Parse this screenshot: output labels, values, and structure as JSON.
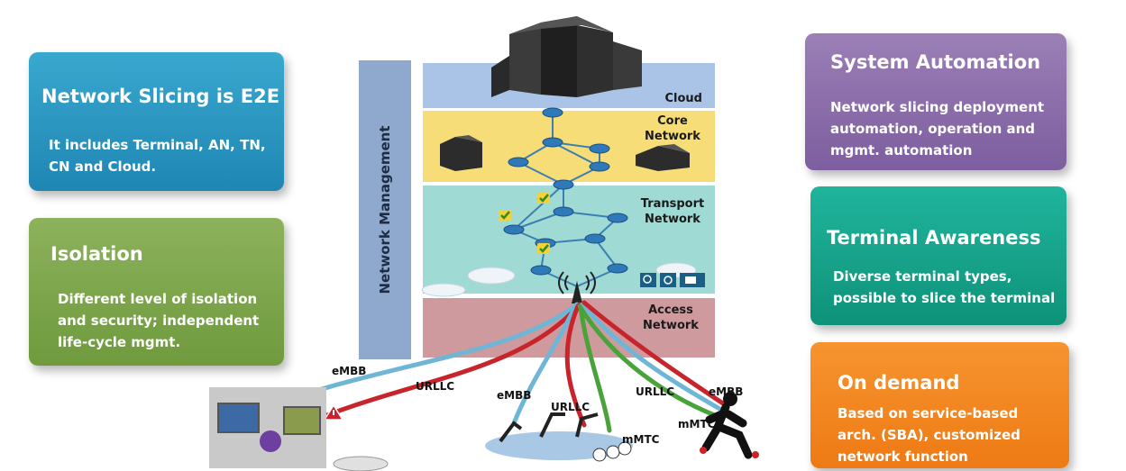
{
  "cards": {
    "e2e": {
      "title": "Network Slicing is E2E",
      "line1": "It includes Terminal, AN, TN,",
      "line2": "CN and Cloud."
    },
    "isolation": {
      "title": "Isolation",
      "line1": "Different level of isolation",
      "line2": "and security; independent",
      "line3": "life-cycle mgmt."
    },
    "automation": {
      "title": "System Automation",
      "line1": "Network slicing deployment",
      "line2": "automation, operation and",
      "line3": "mgmt. automation"
    },
    "terminal": {
      "title": "Terminal Awareness",
      "line1": "Diverse terminal types,",
      "line2": "possible to slice the terminal"
    },
    "demand": {
      "title": "On demand",
      "line1": "Based on service-based",
      "line2": "arch. (SBA), customized",
      "line3": "network function"
    }
  },
  "diagram": {
    "management": "Network Management",
    "layers": {
      "cloud": "Cloud",
      "core_1": "Core",
      "core_2": "Network",
      "transport_1": "Transport",
      "transport_2": "Network",
      "access_1": "Access",
      "access_2": "Network"
    },
    "links": {
      "car_embb": "eMBB",
      "car_urllc": "URLLC",
      "robot_embb": "eMBB",
      "robot_urllc": "URLLC",
      "robot_mmtc": "mMTC",
      "runner_urllc": "URLLC",
      "runner_embb": "eMBB",
      "runner_mmtc": "mMTC"
    },
    "colors": {
      "embb": "#6fb6d6",
      "urllc": "#c8242b",
      "mmtc": "#4aa33a"
    }
  }
}
